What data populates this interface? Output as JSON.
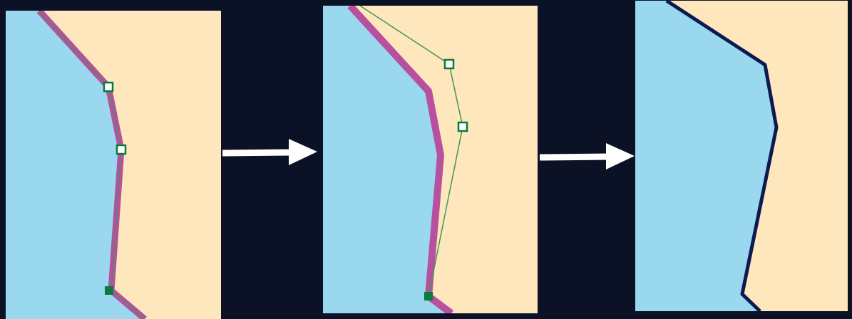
{
  "colors": {
    "background": "#0c1226",
    "water": "#99d8ee",
    "land": "#fee6bd",
    "selected_edge": "#b7509e",
    "vertex_handle": "#0b7a3c",
    "guide_line": "#3a9a52",
    "final_edge": "#0d1a52",
    "arrow": "#ffffff"
  },
  "steps": [
    {
      "name": "step-1",
      "state": "selected-edge-with-vertex-handles"
    },
    {
      "name": "step-2",
      "state": "dragging-vertices-to-new-position"
    },
    {
      "name": "step-3",
      "state": "edited-edge-result"
    }
  ],
  "icons": {
    "transition_arrow": "right-arrow-icon",
    "vertex_handle": "vertex-handle-icon",
    "anchor_vertex": "anchor-vertex-icon"
  }
}
